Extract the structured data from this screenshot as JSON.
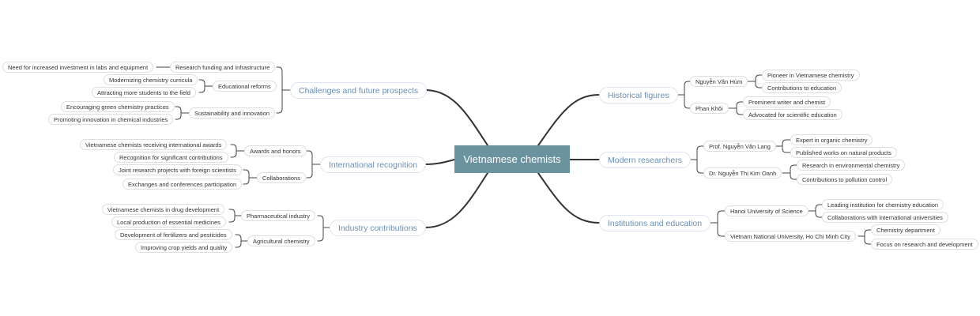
{
  "colors": {
    "root_bg": "#6b939f",
    "main_text": "#6b8fb2",
    "main_border": "#dce5f1",
    "edge_main": "#333333",
    "edge_sub": "#444444"
  },
  "root": "Vietnamese chemists",
  "branches": {
    "historical": {
      "label": "Historical figures",
      "subs": [
        {
          "label": "Nguyễn Văn Hùm",
          "leaves": [
            "Pioneer in Vietnamese chemistry",
            "Contributions to education"
          ]
        },
        {
          "label": "Phan Khôi",
          "leaves": [
            "Prominent writer and chemist",
            "Advocated for scientific education"
          ]
        }
      ]
    },
    "modern": {
      "label": "Modern researchers",
      "subs": [
        {
          "label": "Prof. Nguyễn Văn Lang",
          "leaves": [
            "Expert in organic chemistry",
            "Published works on natural products"
          ]
        },
        {
          "label": "Dr. Nguyễn Thị Kim Oanh",
          "leaves": [
            "Research in environmental chemistry",
            "Contributions to pollution control"
          ]
        }
      ]
    },
    "institutions": {
      "label": "Institutions and education",
      "subs": [
        {
          "label": "Hanoi University of Science",
          "leaves": [
            "Leading institution for chemistry education",
            "Collaborations with international universities"
          ]
        },
        {
          "label": "Vietnam National University, Ho Chi Minh City",
          "leaves": [
            "Chemistry department",
            "Focus on research and development"
          ]
        }
      ]
    },
    "challenges": {
      "label": "Challenges and future prospects",
      "subs": [
        {
          "label": "Research funding and infrastructure",
          "leaves": [
            "Need for increased investment in labs and equipment"
          ]
        },
        {
          "label": "Educational reforms",
          "leaves": [
            "Modernizing chemistry curricula",
            "Attracting more students to the field"
          ]
        },
        {
          "label": "Sustainability and innovation",
          "leaves": [
            "Encouraging green chemistry practices",
            "Promoting innovation in chemical industries"
          ]
        }
      ]
    },
    "international": {
      "label": "International recognition",
      "subs": [
        {
          "label": "Awards and honors",
          "leaves": [
            "Vietnamese chemists receiving international awards",
            "Recognition for significant contributions"
          ]
        },
        {
          "label": "Collaborations",
          "leaves": [
            "Joint research projects with foreign scientists",
            "Exchanges and conferences participation"
          ]
        }
      ]
    },
    "industry": {
      "label": "Industry contributions",
      "subs": [
        {
          "label": "Pharmaceutical industry",
          "leaves": [
            "Vietnamese chemists in drug development",
            "Local production of essential medicines"
          ]
        },
        {
          "label": "Agricultural chemistry",
          "leaves": [
            "Development of fertilizers and pesticides",
            "Improving crop yields and quality"
          ]
        }
      ]
    }
  }
}
